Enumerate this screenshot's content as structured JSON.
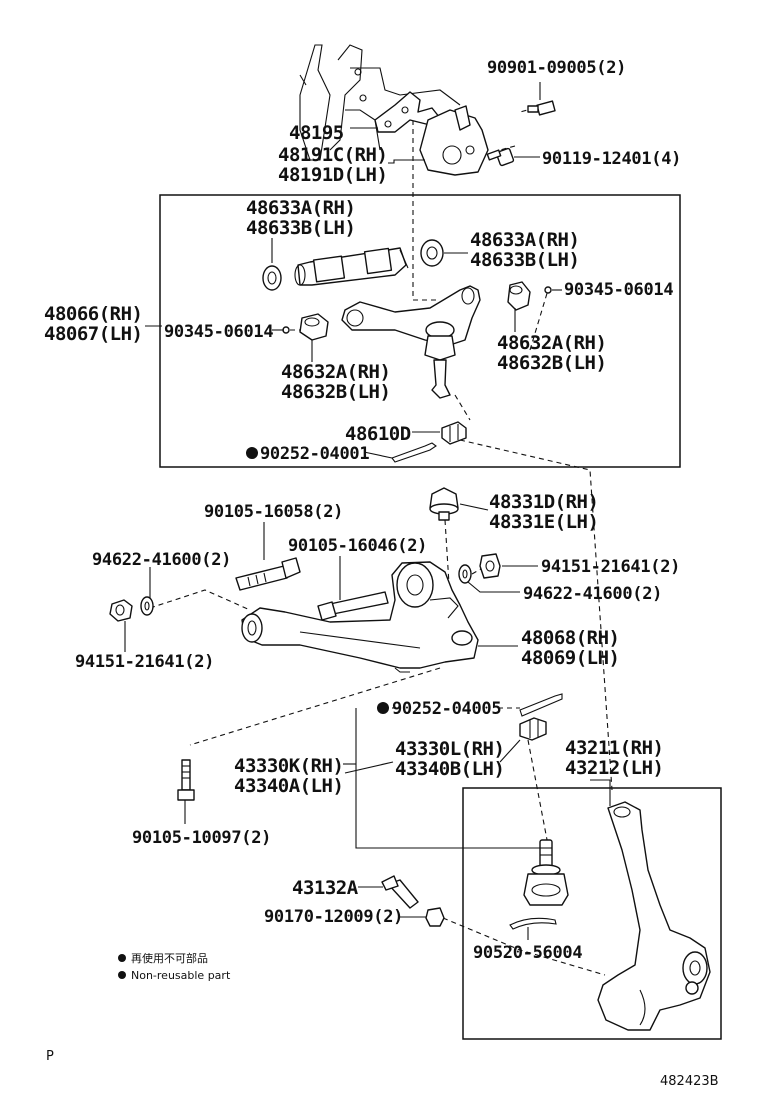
{
  "labels": {
    "p90901": "90901-09005(2)",
    "p48195": "48195",
    "p48191c": "48191C(RH)",
    "p48191d": "48191D(LH)",
    "p90119": "90119-12401(4)",
    "p48633a_1": "48633A(RH)",
    "p48633b_1": "48633B(LH)",
    "p48633a_2": "48633A(RH)",
    "p48633b_2": "48633B(LH)",
    "p90345_r": "90345-06014",
    "p48066": "48066(RH)",
    "p48067": "48067(LH)",
    "p90345_l": "90345-06014",
    "p48632a_r": "48632A(RH)",
    "p48632b_r": "48632B(LH)",
    "p48632a_l": "48632A(RH)",
    "p48632b_l": "48632B(LH)",
    "p48610d": "48610D",
    "p90252_04001": "90252-04001",
    "p90105_16058": "90105-16058(2)",
    "p48331d": "48331D(RH)",
    "p48331e": "48331E(LH)",
    "p94622_l": "94622-41600(2)",
    "p90105_16046": "90105-16046(2)",
    "p94151_r": "94151-21641(2)",
    "p94622_r": "94622-41600(2)",
    "p94151_l": "94151-21641(2)",
    "p48068": "48068(RH)",
    "p48069": "48069(LH)",
    "p90252_04005": "90252-04005",
    "p43330l": "43330L(RH)",
    "p43340b": "43340B(LH)",
    "p43330k": "43330K(RH)",
    "p43340a": "43340A(LH)",
    "p43211": "43211(RH)",
    "p43212": "43212(LH)",
    "p90105_10097": "90105-10097(2)",
    "p43132a": "43132A",
    "p90170": "90170-12009(2)",
    "p90520": "90520-56004"
  },
  "legend": {
    "note_jp": "再使用不可部品",
    "note_en": "Non-reusable part"
  },
  "footer": {
    "left_mark": "P",
    "drawing_number": "482423B"
  }
}
